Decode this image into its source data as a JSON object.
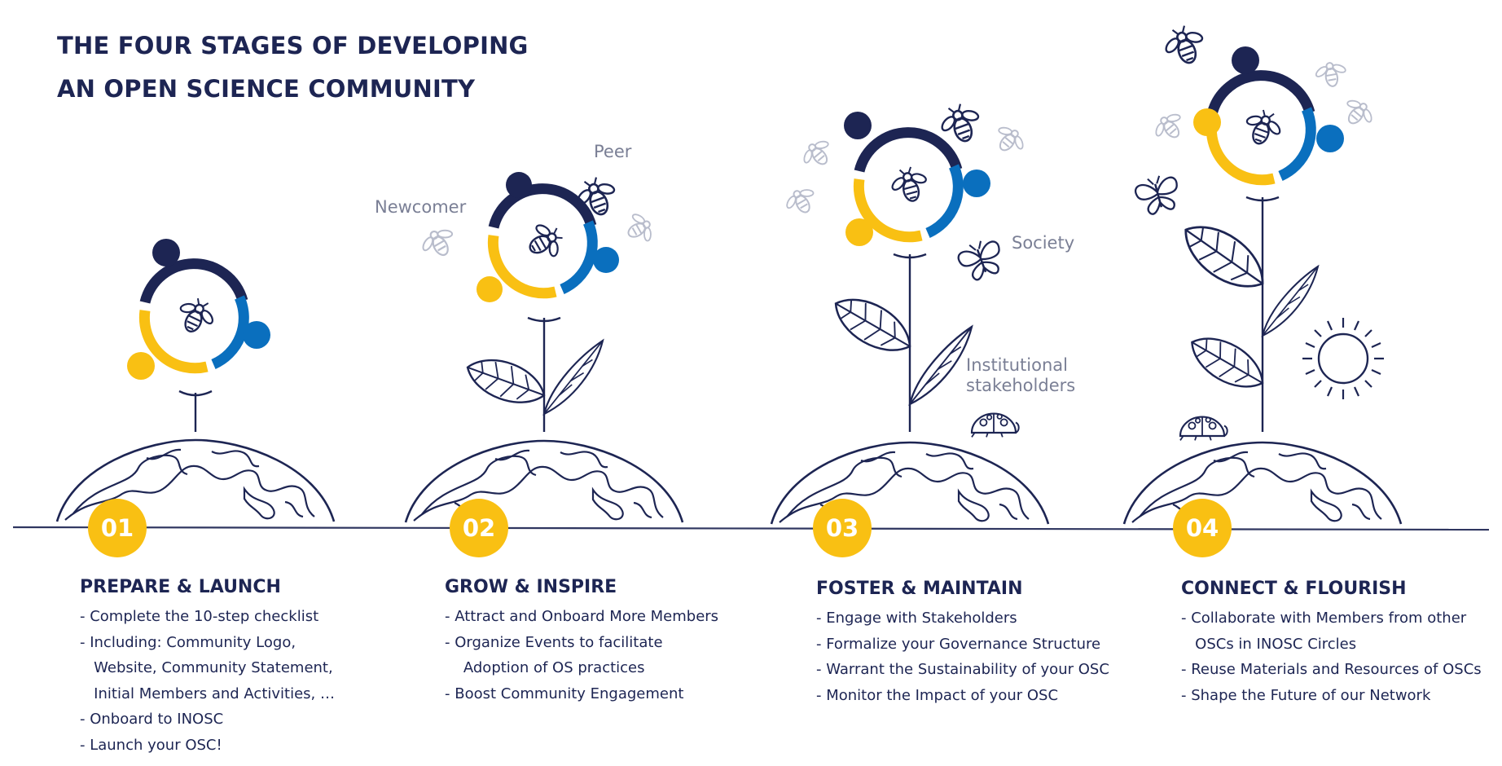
{
  "title": {
    "line1": "THE FOUR STAGES OF DEVELOPING",
    "line2": "AN OPEN SCIENCE COMMUNITY"
  },
  "labels": {
    "newcomer": "Newcomer",
    "peer": "Peer",
    "society": "Society",
    "institutional_line1": "Institutional",
    "institutional_line2": "stakeholders"
  },
  "colors": {
    "navy": "#1d2553",
    "yellow": "#f9c013",
    "blue": "#0a6fbe",
    "grey": "#b9bdcc"
  },
  "stages": [
    {
      "number": "01",
      "heading": "PREPARE & LAUNCH",
      "items": [
        "- Complete the 10-step checklist",
        "- Including: Community Logo,",
        "   Website, Community Statement,",
        "   Initial Members and Activities, …",
        "- Onboard to INOSC",
        "- Launch your OSC!"
      ]
    },
    {
      "number": "02",
      "heading": "GROW & INSPIRE",
      "items": [
        "- Attract and Onboard More Members",
        "- Organize Events to facilitate",
        "    Adoption of OS practices",
        "- Boost Community Engagement"
      ]
    },
    {
      "number": "03",
      "heading": "FOSTER & MAINTAIN",
      "items": [
        "- Engage with Stakeholders",
        "- Formalize your Governance Structure",
        "- Warrant the Sustainability of your OSC",
        "- Monitor the Impact of your OSC"
      ]
    },
    {
      "number": "04",
      "heading": "CONNECT & FLOURISH",
      "items": [
        "- Collaborate with Members from other",
        "   OSCs in INOSC Circles",
        "- Reuse Materials and Resources of OSCs",
        "- Shape the Future of our Network"
      ]
    }
  ]
}
